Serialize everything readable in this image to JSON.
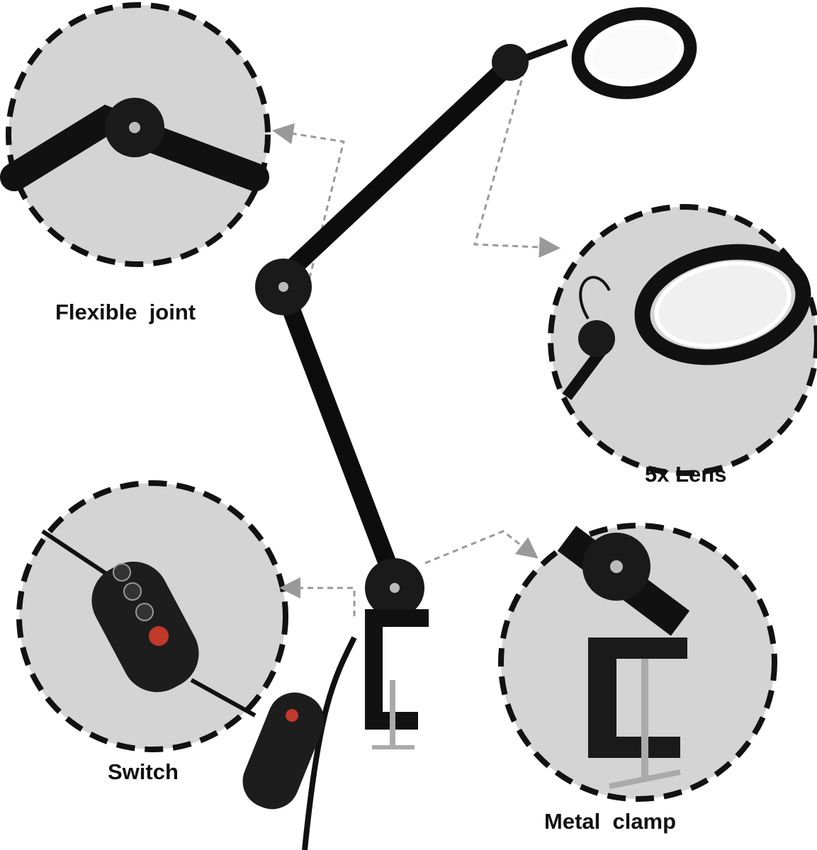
{
  "callouts": [
    {
      "id": "flexible-joint",
      "label": "Flexible  joint"
    },
    {
      "id": "lens",
      "label": "5x Lens"
    },
    {
      "id": "switch",
      "label": "Switch"
    },
    {
      "id": "metal-clamp",
      "label": "Metal  clamp"
    }
  ],
  "colors": {
    "circle_fill": "#d4d4d4",
    "dash": "#111111",
    "arm": "#0d0d0d",
    "arrow": "#999999",
    "switch_power": "#c0392b"
  }
}
